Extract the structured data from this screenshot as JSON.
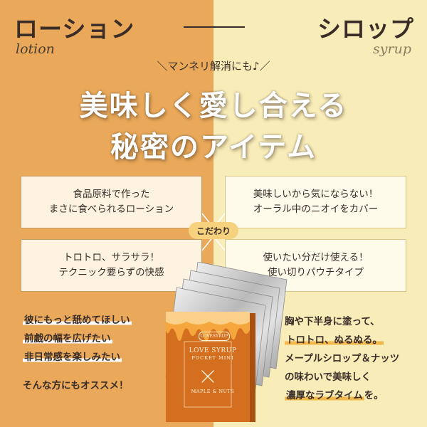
{
  "header": {
    "left_jp": "ローション",
    "left_en": "lotion",
    "right_jp": "シロップ",
    "right_en": "syrup"
  },
  "subtitle": "＼マンネリ解消にも♪／",
  "headline": {
    "line1": "美味しく愛し合える",
    "line2": "秘密のアイテム"
  },
  "badge": "こだわり",
  "cards": {
    "top_left": [
      "食品原料で作った",
      "まさに食べられるローション"
    ],
    "top_right": [
      "美味しいから気にならない！",
      "オーラル中のニオイをカバー"
    ],
    "bottom_left": [
      "トロトロ、サラサラ！",
      "テクニック要らずの快感"
    ],
    "bottom_right": [
      "使いたい分だけ使える！",
      "使い切りパウチタイプ"
    ]
  },
  "left_text": {
    "lines": [
      "彼にもっと舐めてほしい",
      "前戯の幅を広げたい",
      "非日常感を楽しみたい"
    ],
    "footer": "そんな方にもオススメ！"
  },
  "right_text": {
    "line1": "胸や下半身に塗って、",
    "line2_highlight": "トロトロ、ぬるぬる。",
    "line3": "メープルシロップ＆ナッツ",
    "line4": "の味わいで美味しく",
    "line5_highlight": "濃厚なラブタイム",
    "line5_tail": "を。"
  },
  "product": {
    "logo": "LOVESYRUP",
    "name": "LOVE SYRUP",
    "subname": "POCKET MINI",
    "flavor": "MAPLE & NUTS",
    "icon": "fork-knife-icon"
  },
  "colors": {
    "left_bg": "#eaa95a",
    "right_bg": "#f8ecb8",
    "text": "#3a2d28",
    "highlight_orange": "#f2b94a",
    "box_orange": "#d46f1f",
    "badge": "#f6d27e"
  }
}
